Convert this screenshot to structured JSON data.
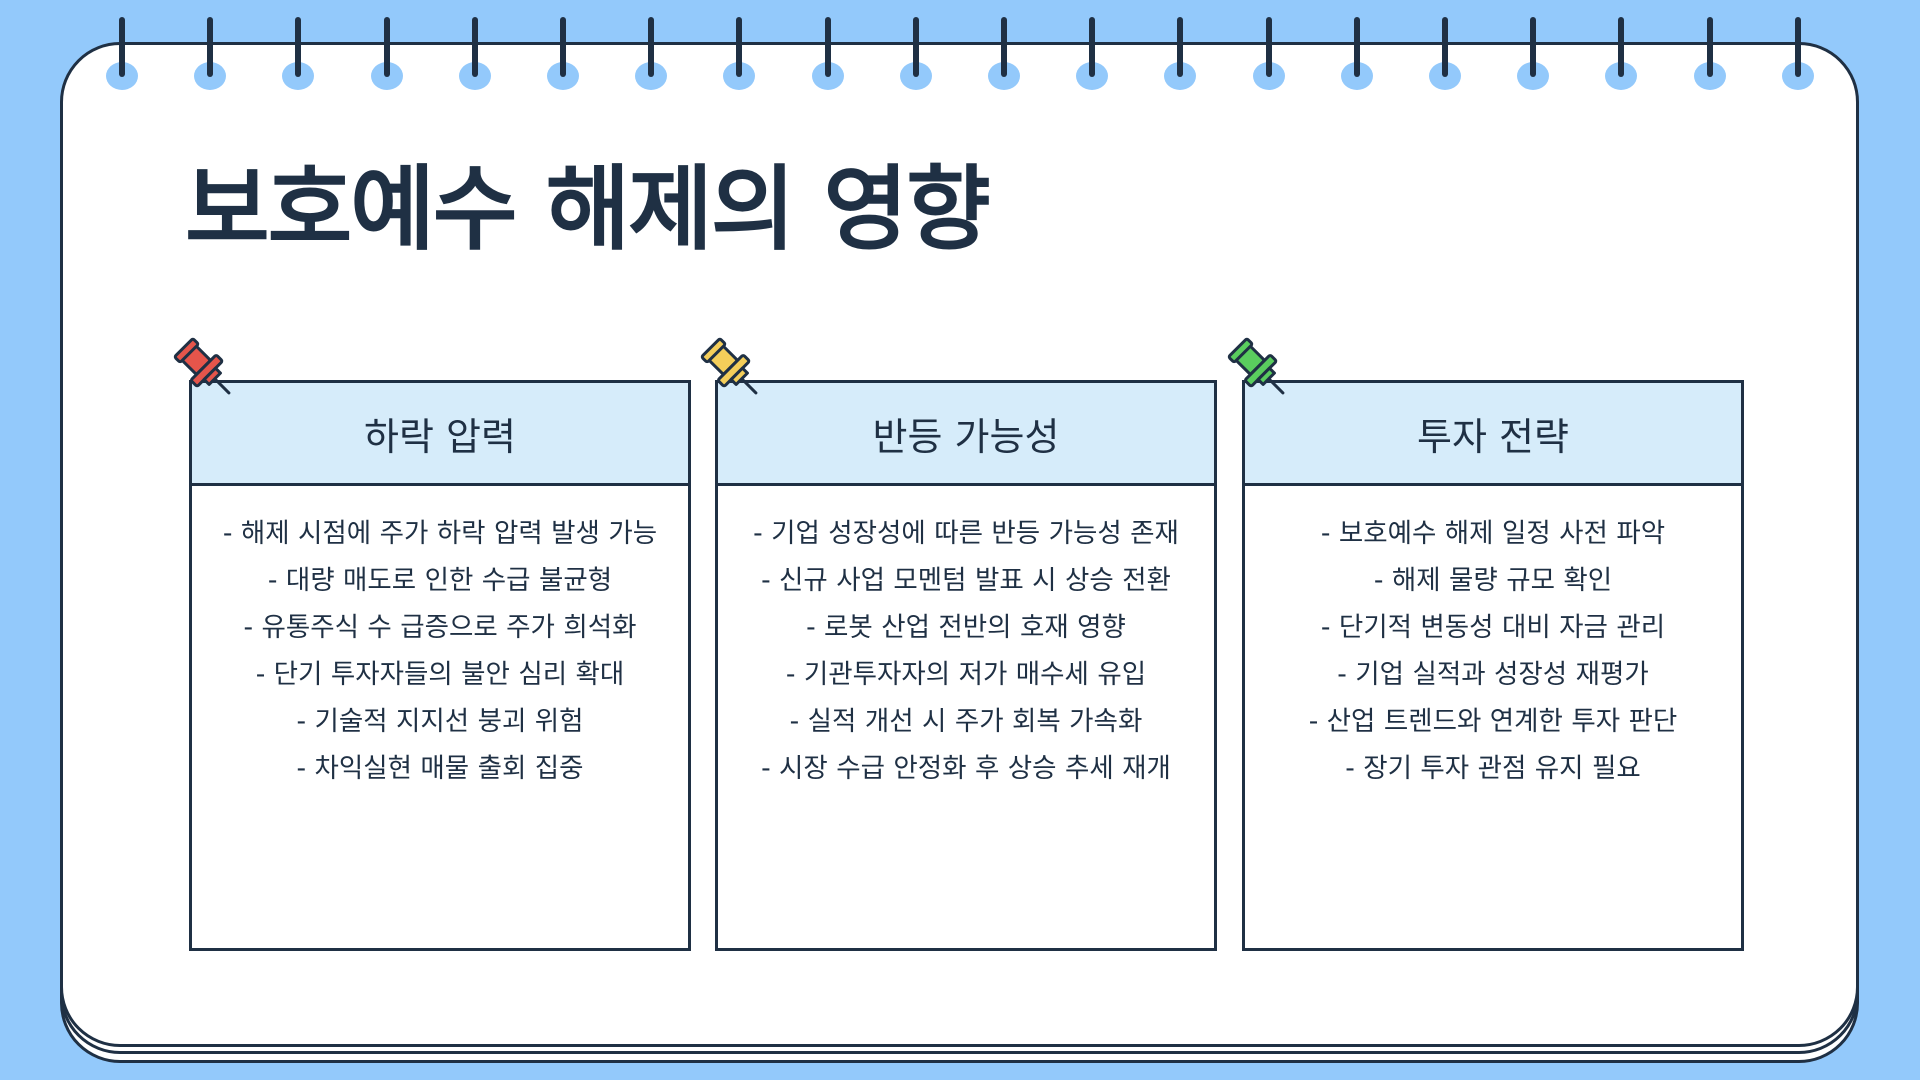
{
  "slide": {
    "title": "보호예수 해제의 영향"
  },
  "colors": {
    "background": "#93C9FB",
    "ink": "#1F3044",
    "header_fill": "#D6ECFA",
    "page": "#FFFFFF"
  },
  "cards": [
    {
      "heading": "하락 압력",
      "pin_color": "#E5554B",
      "pin_icon": "red-pushpin-icon",
      "items": [
        "- 해제 시점에 주가 하락 압력 발생 가능",
        "- 대량 매도로 인한 수급 불균형",
        "- 유통주식 수 급증으로 주가 희석화",
        "- 단기 투자자들의 불안 심리 확대",
        "- 기술적 지지선 붕괴 위험",
        "- 차익실현 매물 출회 집중"
      ]
    },
    {
      "heading": "반등 가능성",
      "pin_color": "#F4CE5A",
      "pin_icon": "yellow-pushpin-icon",
      "items": [
        "- 기업 성장성에 따른 반등 가능성 존재",
        "- 신규 사업 모멘텀 발표 시 상승 전환",
        "- 로봇 산업 전반의 호재 영향",
        "- 기관투자자의 저가 매수세 유입",
        "- 실적 개선 시 주가 회복 가속화",
        "- 시장 수급 안정화 후 상승 추세 재개"
      ]
    },
    {
      "heading": "투자 전략",
      "pin_color": "#5ACD5E",
      "pin_icon": "green-pushpin-icon",
      "items": [
        "- 보호예수 해제 일정 사전 파악",
        "- 해제 물량 규모 확인",
        "- 단기적 변동성 대비 자금 관리",
        "- 기업 실적과 성장성 재평가",
        "- 산업 트렌드와 연계한 투자 판단",
        "- 장기 투자 관점 유지 필요"
      ]
    }
  ]
}
